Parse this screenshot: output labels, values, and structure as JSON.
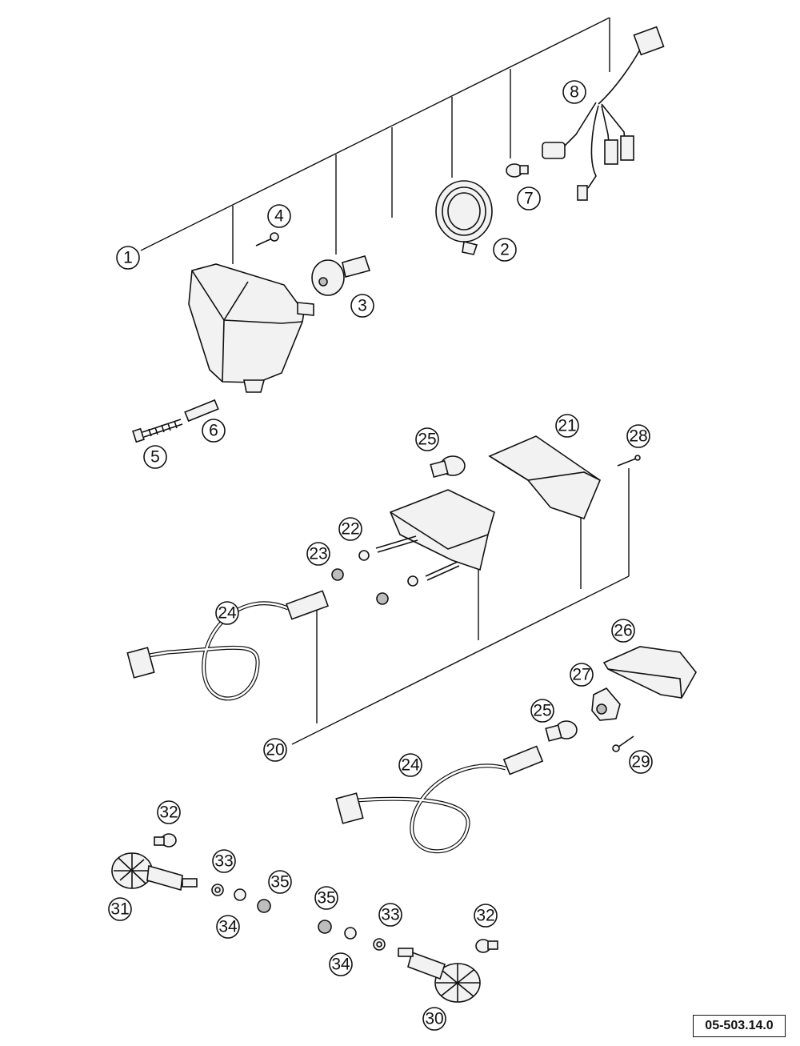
{
  "diagram": {
    "document_reference": "05-503.14.0",
    "callouts": [
      {
        "id": "c1",
        "label": "1"
      },
      {
        "id": "c2",
        "label": "2"
      },
      {
        "id": "c3",
        "label": "3"
      },
      {
        "id": "c4",
        "label": "4"
      },
      {
        "id": "c5",
        "label": "5"
      },
      {
        "id": "c6",
        "label": "6"
      },
      {
        "id": "c7",
        "label": "7"
      },
      {
        "id": "c8",
        "label": "8"
      },
      {
        "id": "c20",
        "label": "20"
      },
      {
        "id": "c21",
        "label": "21"
      },
      {
        "id": "c22",
        "label": "22"
      },
      {
        "id": "c23",
        "label": "23"
      },
      {
        "id": "c24a",
        "label": "24"
      },
      {
        "id": "c24b",
        "label": "24"
      },
      {
        "id": "c25a",
        "label": "25"
      },
      {
        "id": "c25b",
        "label": "25"
      },
      {
        "id": "c26",
        "label": "26"
      },
      {
        "id": "c27",
        "label": "27"
      },
      {
        "id": "c28",
        "label": "28"
      },
      {
        "id": "c29",
        "label": "29"
      },
      {
        "id": "c30",
        "label": "30"
      },
      {
        "id": "c31",
        "label": "31"
      },
      {
        "id": "c32a",
        "label": "32"
      },
      {
        "id": "c32b",
        "label": "32"
      },
      {
        "id": "c33a",
        "label": "33"
      },
      {
        "id": "c33b",
        "label": "33"
      },
      {
        "id": "c34a",
        "label": "34"
      },
      {
        "id": "c34b",
        "label": "34"
      },
      {
        "id": "c35a",
        "label": "35"
      },
      {
        "id": "c35b",
        "label": "35"
      }
    ]
  }
}
